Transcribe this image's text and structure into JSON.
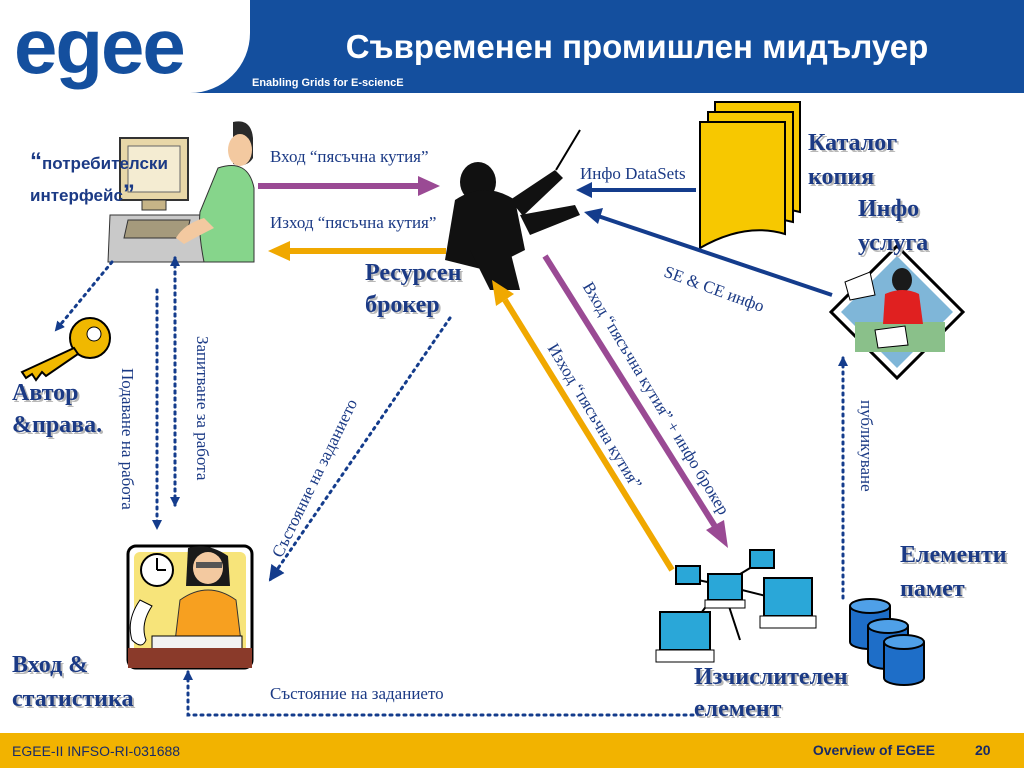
{
  "header": {
    "logo": "egee",
    "tagline": "Enabling Grids for E-sciencE",
    "title": "Съвременен промишлен мидълуер"
  },
  "footer": {
    "left": "EGEE-II INFSO-RI-031688",
    "center": "Overview of EGEE",
    "page_number": "20"
  },
  "nodes": {
    "ui_quote_open": "“",
    "ui_line1": "потребителски",
    "ui_line2": "интерфейс",
    "ui_quote_close": "”",
    "resource_broker_line1": "Ресурсен",
    "resource_broker_line2": "брокер",
    "replica_catalog_line1": "Каталог",
    "replica_catalog_line2": "копия",
    "info_service_line1": "Инфо",
    "info_service_line2": "услуга",
    "auth_line1": "Автор",
    "auth_line2": "&права.",
    "logging_line1": "Вход &",
    "logging_line2": "статистика",
    "storage_line1": "Елементи",
    "storage_line2": "памет",
    "compute_line1": "Изчислителен",
    "compute_line2": "елемент"
  },
  "edges": {
    "input_sandbox": "Вход “пясъчна кутия”",
    "output_sandbox": "Изход “пясъчна кутия”",
    "info_datasets": "Инфо DataSets",
    "se_ce_info": "SE & CE инфо",
    "job_submit": "Подаване на работа",
    "job_query": "Запитване за работа",
    "job_status_diag": "Състояние на заданието",
    "job_status_bottom": "Състояние на заданието",
    "input_sandbox_broker_info": "Вход “пясъчна кутия” + инфо брокер",
    "output_sandbox_ce": "Изход “пясъчна кутия”",
    "publish": "публикуване"
  },
  "colors": {
    "header_blue": "#144f9e",
    "footer_gold": "#f2b300",
    "text_blue": "#1b3a85",
    "purple_arrow": "#9a4a94",
    "orange_arrow": "#f0a800",
    "navy_arrow": "#143c8c"
  }
}
